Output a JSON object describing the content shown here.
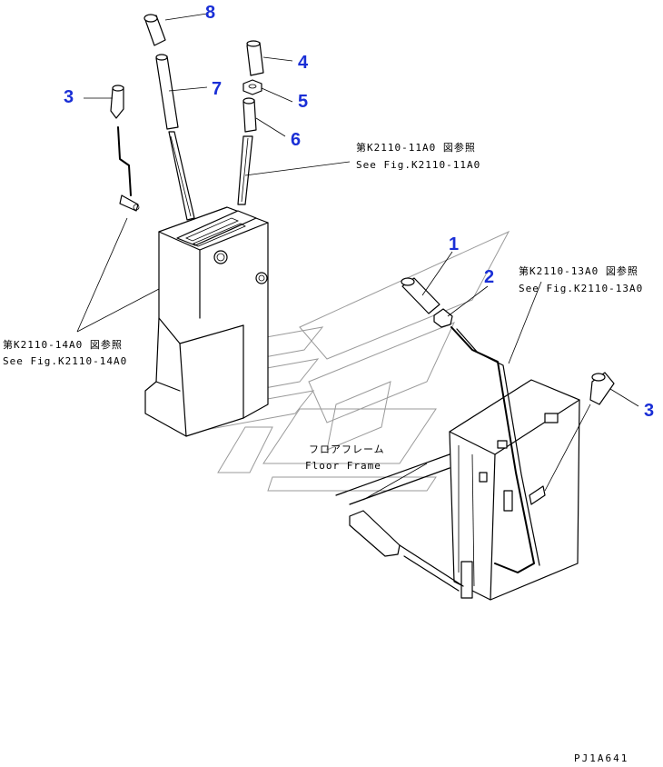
{
  "callouts": {
    "c1": "1",
    "c2": "2",
    "c3_left": "3",
    "c3_right": "3",
    "c4": "4",
    "c5": "5",
    "c6": "6",
    "c7": "7",
    "c8": "8"
  },
  "references": {
    "fig_11a0_jp": "第K2110-11A0 図参照",
    "fig_11a0_en": "See Fig.K2110-11A0",
    "fig_13a0_jp": "第K2110-13A0 図参照",
    "fig_13a0_en": "See Fig.K2110-13A0",
    "fig_14a0_jp": "第K2110-14A0 図参照",
    "fig_14a0_en": "See Fig.K2110-14A0"
  },
  "labels": {
    "floor_frame_jp": "フロアフレーム",
    "floor_frame_en": "Floor Frame"
  },
  "drawing_code": "PJ1A641",
  "colors": {
    "callout": "#1a2fd6",
    "line": "#000000",
    "watermark": "#9a9a9a"
  }
}
